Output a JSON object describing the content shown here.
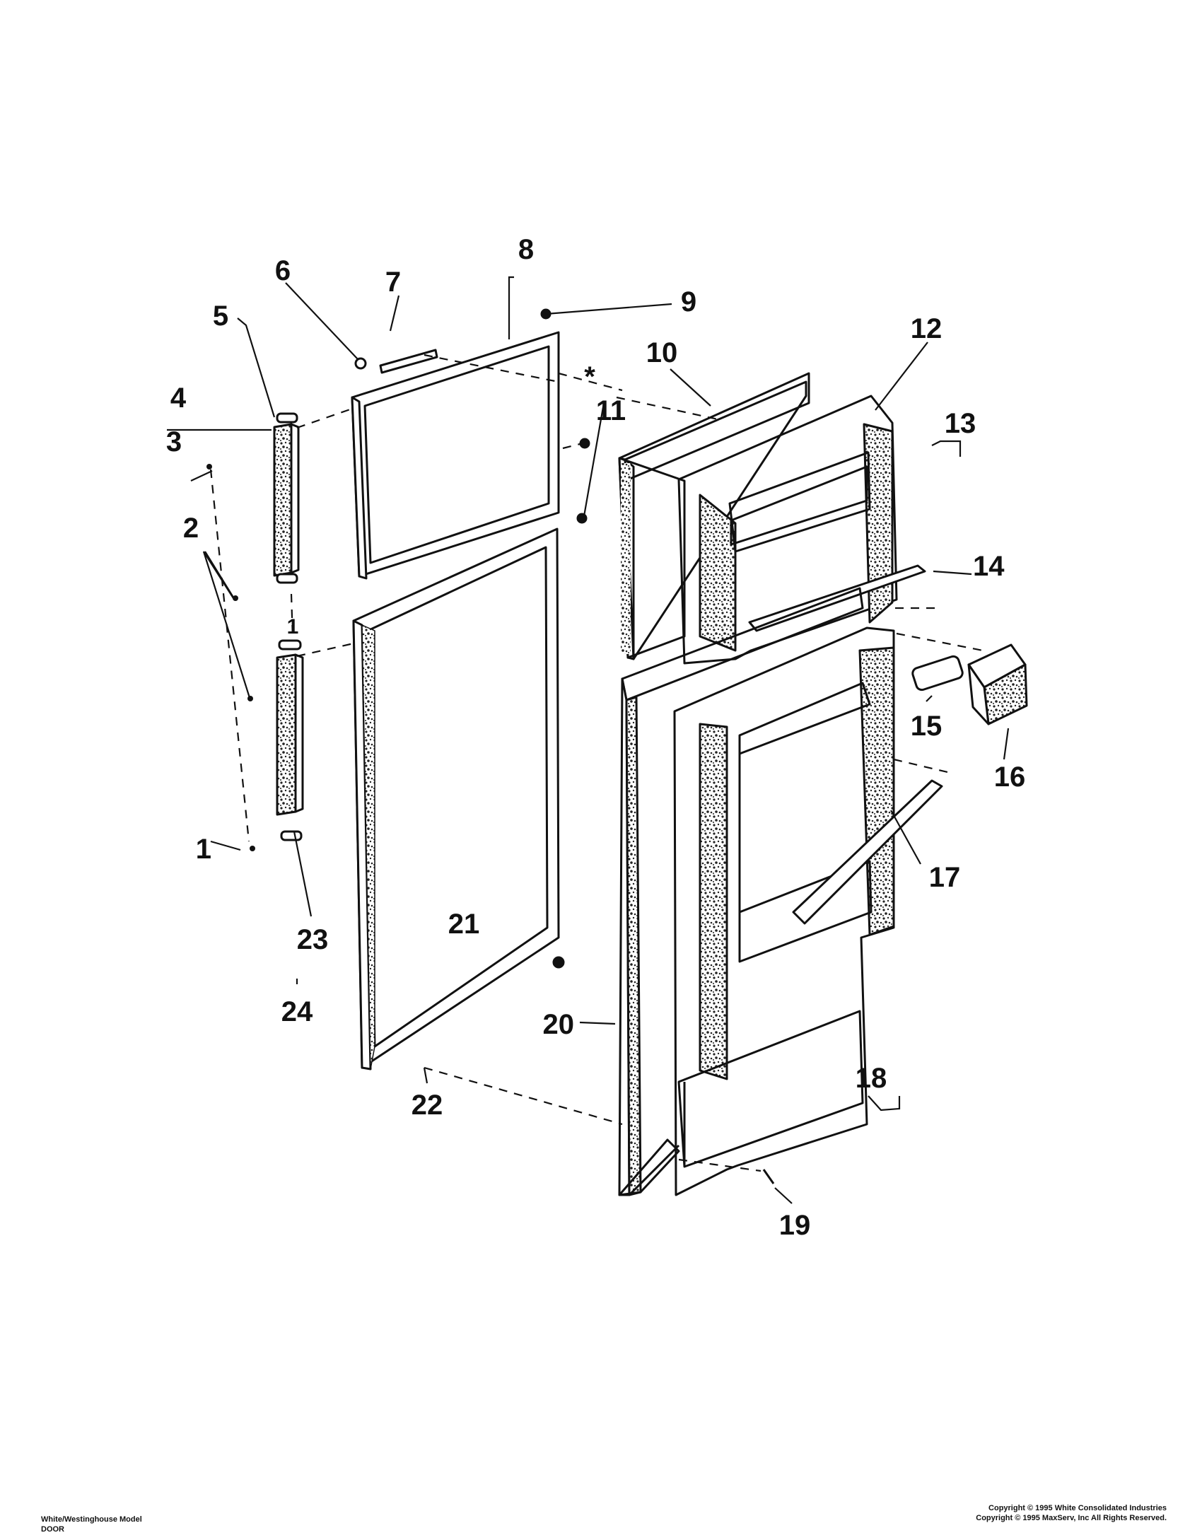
{
  "diagram": {
    "callouts": [
      "1",
      "2",
      "3",
      "4",
      "5",
      "6",
      "7",
      "8",
      "9",
      "10",
      "11",
      "12",
      "13",
      "14",
      "15",
      "16",
      "17",
      "18",
      "19",
      "20",
      "21",
      "22",
      "23",
      "24",
      "1",
      "*"
    ]
  },
  "footer": {
    "model_line": "White/Westinghouse Model",
    "section": "DOOR",
    "copyright_1": "Copyright © 1995 White Consolidated Industries",
    "copyright_2": "Copyright © 1995 MaxServ, Inc   All Rights Reserved."
  }
}
